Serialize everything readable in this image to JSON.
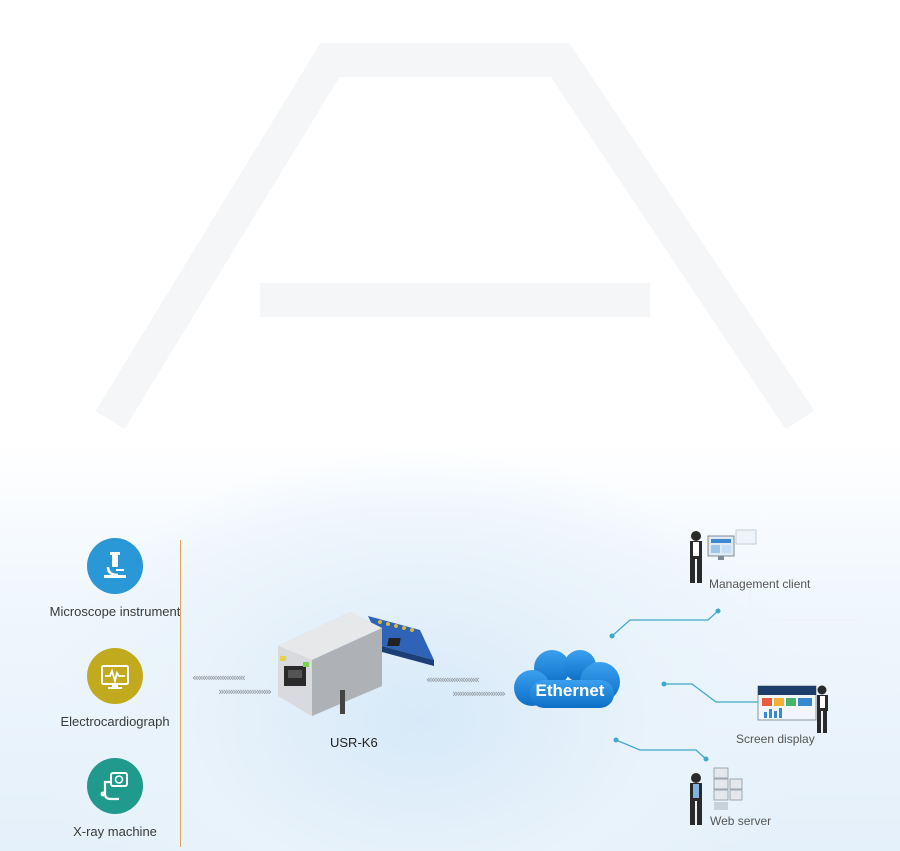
{
  "devices": [
    {
      "label": "Microscope instrument",
      "icon": "microscope-icon",
      "color": "#2a97d6"
    },
    {
      "label": "Electrocardiograph",
      "icon": "ecg-monitor-icon",
      "color": "#c2aa1e"
    },
    {
      "label": "X-ray machine",
      "icon": "xray-machine-icon",
      "color": "#1f9a8c"
    }
  ],
  "module": {
    "label": "USR-K6"
  },
  "network": {
    "label": "Ethernet",
    "color": "#1a86dc"
  },
  "clients": [
    {
      "label": "Management client",
      "icon": "management-client-icon"
    },
    {
      "label": "Screen display",
      "icon": "screen-display-icon"
    },
    {
      "label": "Web server",
      "icon": "web-server-icon"
    }
  ],
  "accent": {
    "divider": "#e0a55a",
    "connector": "#3fa9c9"
  },
  "arrows": {
    "left": "«««««««««««",
    "right": "»»»»»»»»»»»"
  }
}
